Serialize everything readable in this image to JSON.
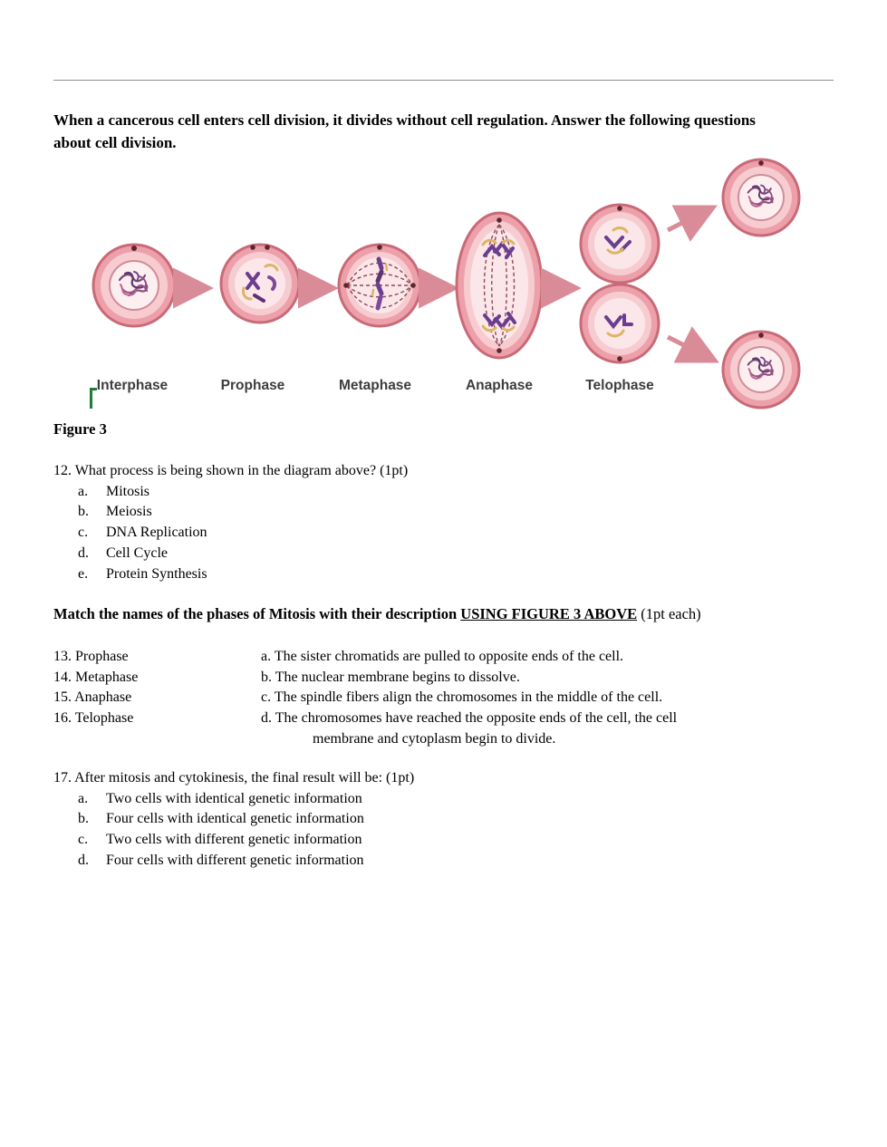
{
  "intro": {
    "text": "When a cancerous cell enters cell division, it divides without cell regulation.  Answer the following questions about cell division."
  },
  "figure": {
    "caption": "Figure 3",
    "labels": [
      "Interphase",
      "Prophase",
      "Metaphase",
      "Anaphase",
      "Telophase"
    ]
  },
  "q12": {
    "stem": "12. What process is being shown in the diagram above? (1pt)",
    "options": [
      {
        "letter": "a.",
        "text": "Mitosis"
      },
      {
        "letter": "b.",
        "text": "Meiosis"
      },
      {
        "letter": "c.",
        "text": "DNA Replication"
      },
      {
        "letter": "d.",
        "text": "Cell Cycle"
      },
      {
        "letter": "e.",
        "text": "Protein Synthesis"
      }
    ]
  },
  "match": {
    "header_bold": "Match the names of the phases of Mitosis with their description ",
    "header_underlined": "USING FIGURE 3 ABOVE",
    "header_suffix": " (1pt each)",
    "items": [
      {
        "number": "13. Prophase",
        "description": "a. The sister chromatids are pulled to opposite ends of the cell."
      },
      {
        "number": "14. Metaphase",
        "description": "b. The nuclear membrane begins to dissolve."
      },
      {
        "number": "15. Anaphase",
        "description": "c. The spindle fibers align the chromosomes in the middle of the cell."
      },
      {
        "number": "16. Telophase",
        "description": "d. The chromosomes have reached the opposite ends of the cell, the cell",
        "description_cont": "membrane and cytoplasm begin to divide."
      }
    ]
  },
  "q17": {
    "stem": "17. After mitosis and cytokinesis, the final result will be: (1pt)",
    "options": [
      {
        "letter": "a.",
        "text": "Two cells with identical genetic information"
      },
      {
        "letter": "b.",
        "text": "Four cells with identical genetic information"
      },
      {
        "letter": "c.",
        "text": "Two cells with different genetic information"
      },
      {
        "letter": "d.",
        "text": "Four cells with different genetic information"
      }
    ]
  },
  "colors": {
    "cell_membrane": "#c96a77",
    "cell_fill": "#eda0aa",
    "cell_inner": "#f7ccd1",
    "nucleus_fill": "#fdeef0",
    "arrow": "#d98b98",
    "chromosome_purple": "#6a3d8f",
    "chromosome_yellow": "#ddb564",
    "spindle": "#8a4a56",
    "phase_label_text": "#3d3d3d",
    "cursor_green": "#1e7c36"
  }
}
